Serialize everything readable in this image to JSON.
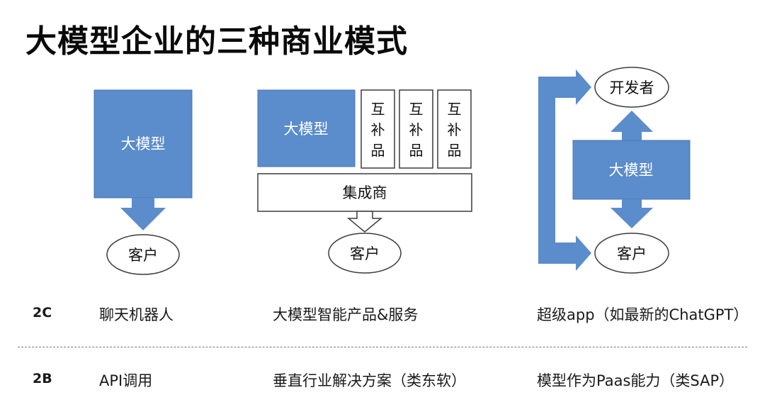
{
  "title": "大模型企业的三种商业模式",
  "labels": {
    "model": "大模型",
    "complement": [
      "互",
      "补",
      "品"
    ],
    "integrator": "集成商",
    "customer": "客户",
    "developer": "开发者"
  },
  "rows": [
    {
      "key": "2C",
      "cells": [
        "聊天机器人",
        "大模型智能产品&服务",
        "超级app（如最新的ChatGPT）"
      ]
    },
    {
      "key": "2B",
      "cells": [
        "API调用",
        "垂直行业解决方案（类东软）",
        "模型作为Paas能力（类SAP）"
      ]
    }
  ],
  "colors": {
    "model_fill": "#5b8ccb",
    "model_stroke": "#4a76b0",
    "outline": "#3c3c3c",
    "divider": "#7a7a7a"
  }
}
